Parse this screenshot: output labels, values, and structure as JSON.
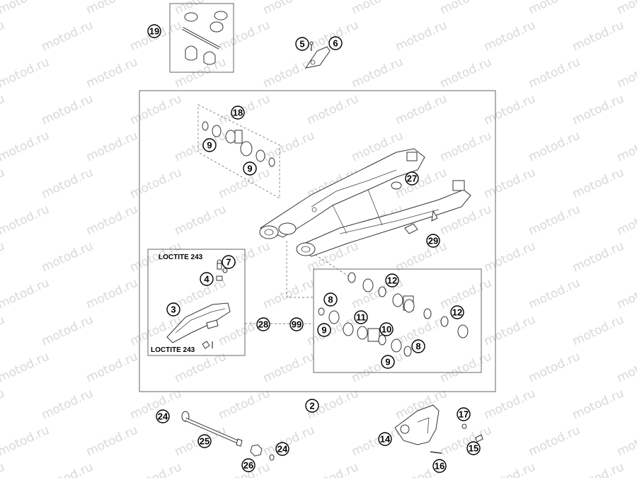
{
  "watermark": "motod.ru",
  "notes": {
    "loctite_top": "LOCTITE 243",
    "loctite_bottom": "LOCTITE 243"
  },
  "callouts": {
    "c19": "19",
    "c5": "5",
    "c6": "6",
    "c18": "18",
    "c9_a": "9",
    "c9_b": "9",
    "c27": "27",
    "c29": "29",
    "c7": "7",
    "c4": "4",
    "c3": "3",
    "c28": "28",
    "c99": "99",
    "c12_a": "12",
    "c8_a": "8",
    "c11": "11",
    "c12_b": "12",
    "c9_c": "9",
    "c10": "10",
    "c8_b": "8",
    "c9_d": "9",
    "c2": "2",
    "c24_a": "24",
    "c25": "25",
    "c24_b": "24",
    "c26": "26",
    "c17": "17",
    "c14": "14",
    "c15": "15",
    "c16": "16"
  }
}
